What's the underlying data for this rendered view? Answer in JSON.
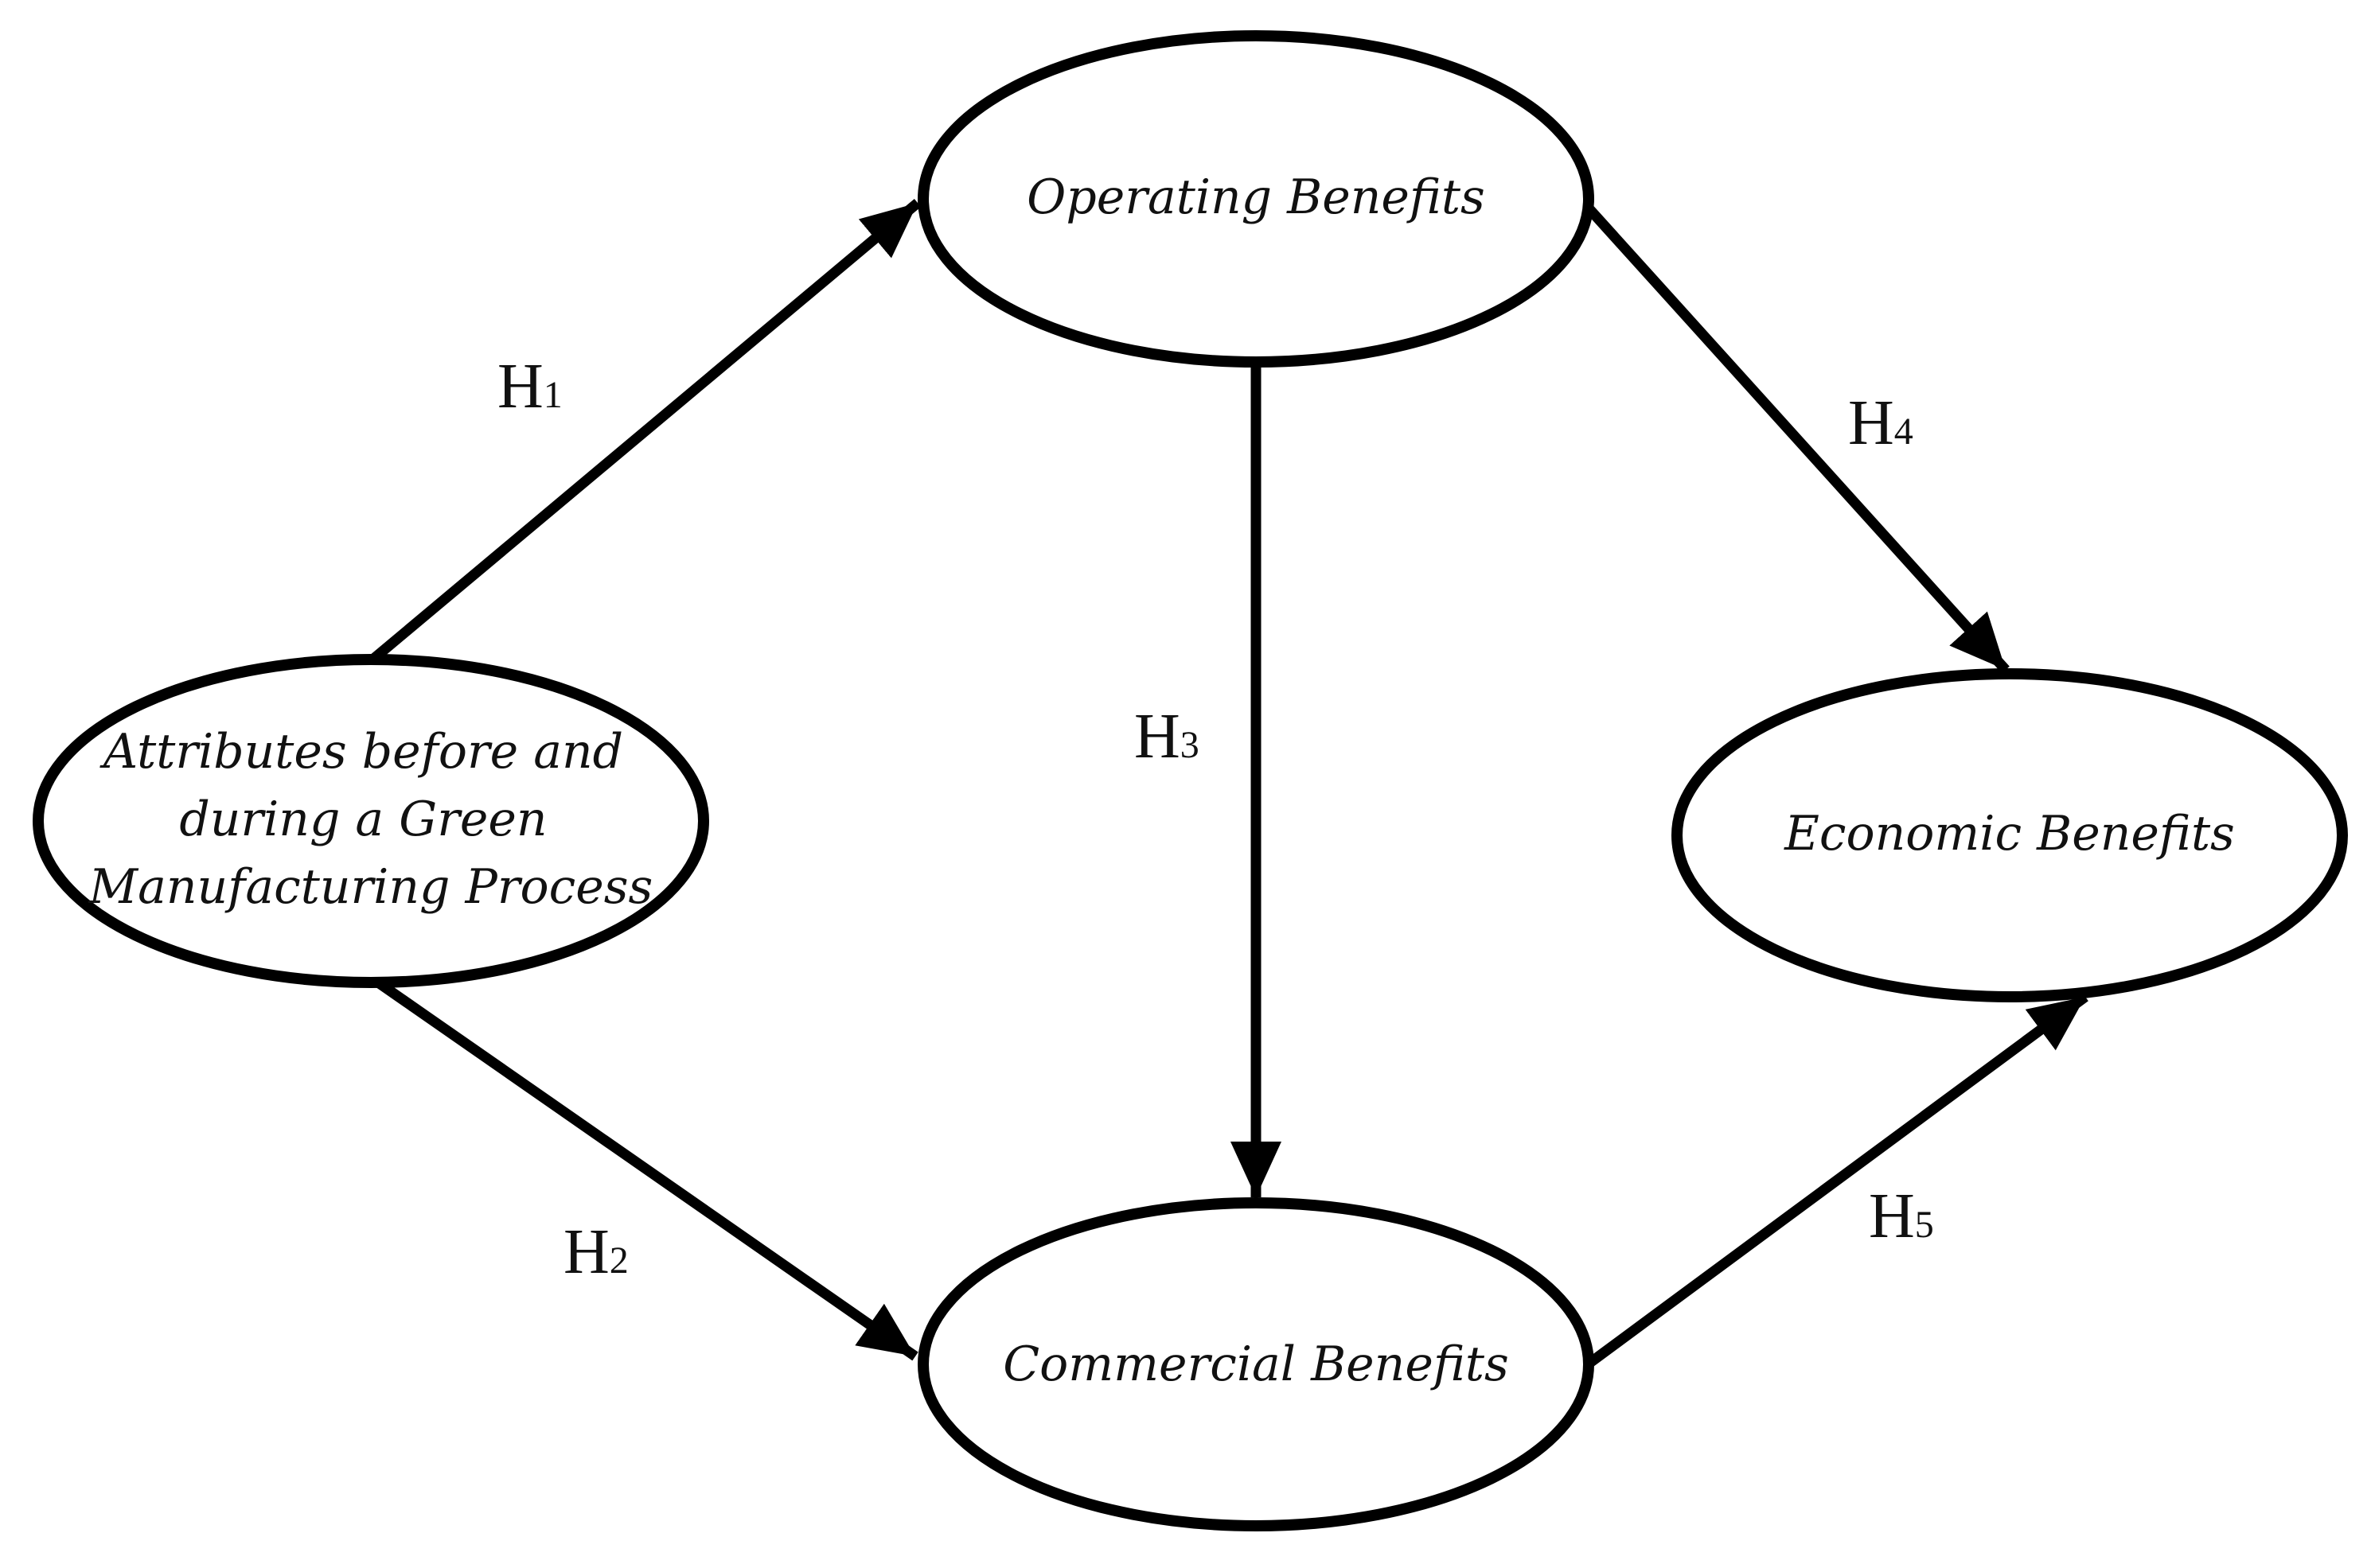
{
  "diagram": {
    "nodes": [
      {
        "id": "attributes",
        "lines": [
          "Attributes before and",
          "during a Green",
          "Manufacturing Process"
        ]
      },
      {
        "id": "operating",
        "lines": [
          "Operating Benefits"
        ]
      },
      {
        "id": "commercial",
        "lines": [
          "Commercial Benefits"
        ]
      },
      {
        "id": "economic",
        "lines": [
          "Economic Benefits"
        ]
      }
    ],
    "edges": [
      {
        "from": "attributes",
        "to": "operating",
        "label": "H",
        "sub": "1"
      },
      {
        "from": "attributes",
        "to": "commercial",
        "label": "H",
        "sub": "2"
      },
      {
        "from": "operating",
        "to": "commercial",
        "label": "H",
        "sub": "3"
      },
      {
        "from": "operating",
        "to": "economic",
        "label": "H",
        "sub": "4"
      },
      {
        "from": "commercial",
        "to": "economic",
        "label": "H",
        "sub": "5"
      }
    ]
  }
}
